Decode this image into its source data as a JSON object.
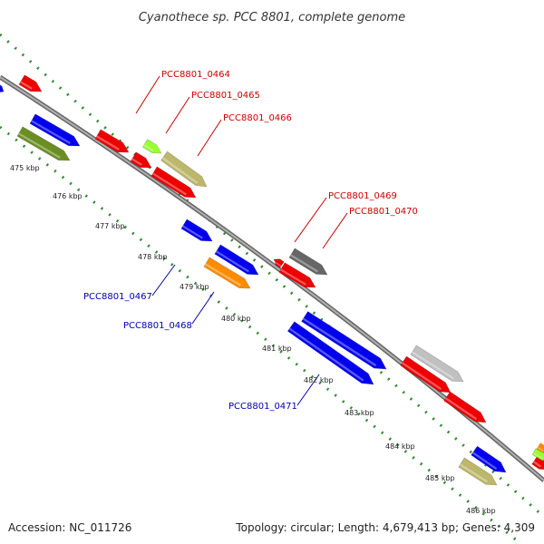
{
  "title": "Cyanothece sp. PCC 8801, complete genome",
  "footer": {
    "accession": "Accession: NC_011726",
    "summary": "Topology: circular; Length: 4,679,413 bp; Genes: 4,309"
  },
  "colors": {
    "backbone": "#8c8c8c",
    "tick_dots": "#2e8b2e",
    "red": "#ee0000",
    "blue": "#0000ee",
    "orange": "#ff8c00",
    "olive": "#6b8e23",
    "khaki": "#bdb76b",
    "gray": "#666666",
    "light_gray": "#c0c0c0",
    "lime": "#99ff33",
    "label_red": "#cc0000",
    "label_blue": "#0000aa"
  },
  "kbp_labels": [
    "475 kbp",
    "476 kbp",
    "477 kbp",
    "478 kbp",
    "479 kbp",
    "480 kbp",
    "481 kbp",
    "482 kbp",
    "483 kbp",
    "484 kbp",
    "485 kbp",
    "486 kbp"
  ],
  "gene_labels_red": [
    "PCC8801_0464",
    "PCC8801_0465",
    "PCC8801_0466",
    "PCC8801_0469",
    "PCC8801_0470"
  ],
  "gene_labels_blue": [
    "PCC8801_0467",
    "PCC8801_0468",
    "PCC8801_0471"
  ]
}
